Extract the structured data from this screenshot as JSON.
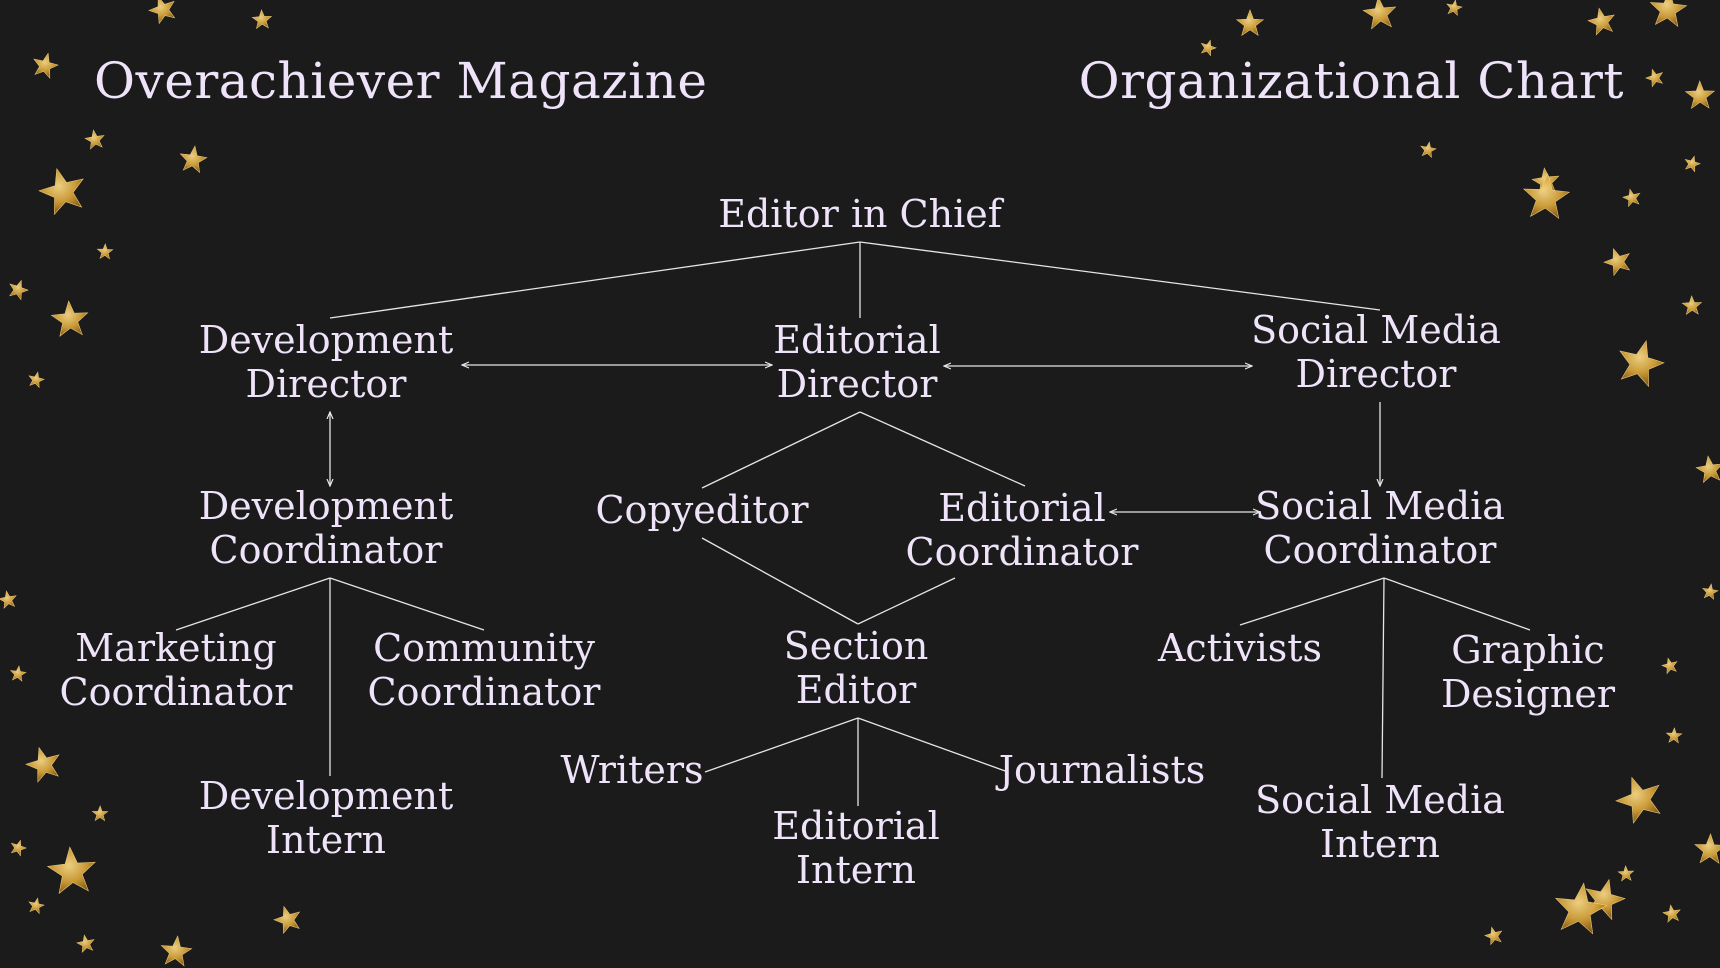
{
  "header": {
    "left_title": "Overachiever Magazine",
    "right_title": "Organizational Chart"
  },
  "colors": {
    "background": "#1b1b1b",
    "text": "#efe3fa",
    "connector": "#e6e6e6",
    "star_gold": "#d4a23a"
  },
  "nodes": {
    "editor_in_chief": [
      "Editor in Chief"
    ],
    "development_director": [
      "Development",
      "Director"
    ],
    "editorial_director": [
      "Editorial",
      "Director"
    ],
    "social_media_director": [
      "Social Media",
      "Director"
    ],
    "development_coordinator": [
      "Development",
      "Coordinator"
    ],
    "copyeditor": [
      "Copyeditor"
    ],
    "editorial_coordinator": [
      "Editorial",
      "Coordinator"
    ],
    "social_media_coordinator": [
      "Social Media",
      "Coordinator"
    ],
    "marketing_coordinator": [
      "Marketing",
      "Coordinator"
    ],
    "community_coordinator": [
      "Community",
      "Coordinator"
    ],
    "section_editor": [
      "Section",
      "Editor"
    ],
    "activists": [
      "Activists"
    ],
    "graphic_designer": [
      "Graphic",
      "Designer"
    ],
    "writers": [
      "Writers"
    ],
    "journalists": [
      "Journalists"
    ],
    "development_intern": [
      "Development",
      "Intern"
    ],
    "editorial_intern": [
      "Editorial",
      "Intern"
    ],
    "social_media_intern": [
      "Social Media",
      "Intern"
    ]
  },
  "edges": [
    {
      "from": "editor_in_chief",
      "to": "development_director",
      "type": "line"
    },
    {
      "from": "editor_in_chief",
      "to": "editorial_director",
      "type": "line"
    },
    {
      "from": "editor_in_chief",
      "to": "social_media_director",
      "type": "line"
    },
    {
      "from": "development_director",
      "to": "editorial_director",
      "type": "arrow-both"
    },
    {
      "from": "editorial_director",
      "to": "social_media_director",
      "type": "arrow-both"
    },
    {
      "from": "development_director",
      "to": "development_coordinator",
      "type": "arrow-both"
    },
    {
      "from": "editorial_director",
      "to": "copyeditor",
      "type": "line"
    },
    {
      "from": "editorial_director",
      "to": "editorial_coordinator",
      "type": "line"
    },
    {
      "from": "social_media_director",
      "to": "social_media_coordinator",
      "type": "arrow-start"
    },
    {
      "from": "editorial_coordinator",
      "to": "social_media_coordinator",
      "type": "arrow-both"
    },
    {
      "from": "development_coordinator",
      "to": "marketing_coordinator",
      "type": "line"
    },
    {
      "from": "development_coordinator",
      "to": "community_coordinator",
      "type": "line"
    },
    {
      "from": "development_coordinator",
      "to": "development_intern",
      "type": "line"
    },
    {
      "from": "copyeditor",
      "to": "section_editor",
      "type": "line"
    },
    {
      "from": "editorial_coordinator",
      "to": "section_editor",
      "type": "line"
    },
    {
      "from": "section_editor",
      "to": "writers",
      "type": "line"
    },
    {
      "from": "section_editor",
      "to": "editorial_intern",
      "type": "line"
    },
    {
      "from": "section_editor",
      "to": "journalists",
      "type": "line"
    },
    {
      "from": "social_media_coordinator",
      "to": "activists",
      "type": "line"
    },
    {
      "from": "social_media_coordinator",
      "to": "graphic_designer",
      "type": "line"
    },
    {
      "from": "social_media_coordinator",
      "to": "social_media_intern",
      "type": "line"
    }
  ]
}
